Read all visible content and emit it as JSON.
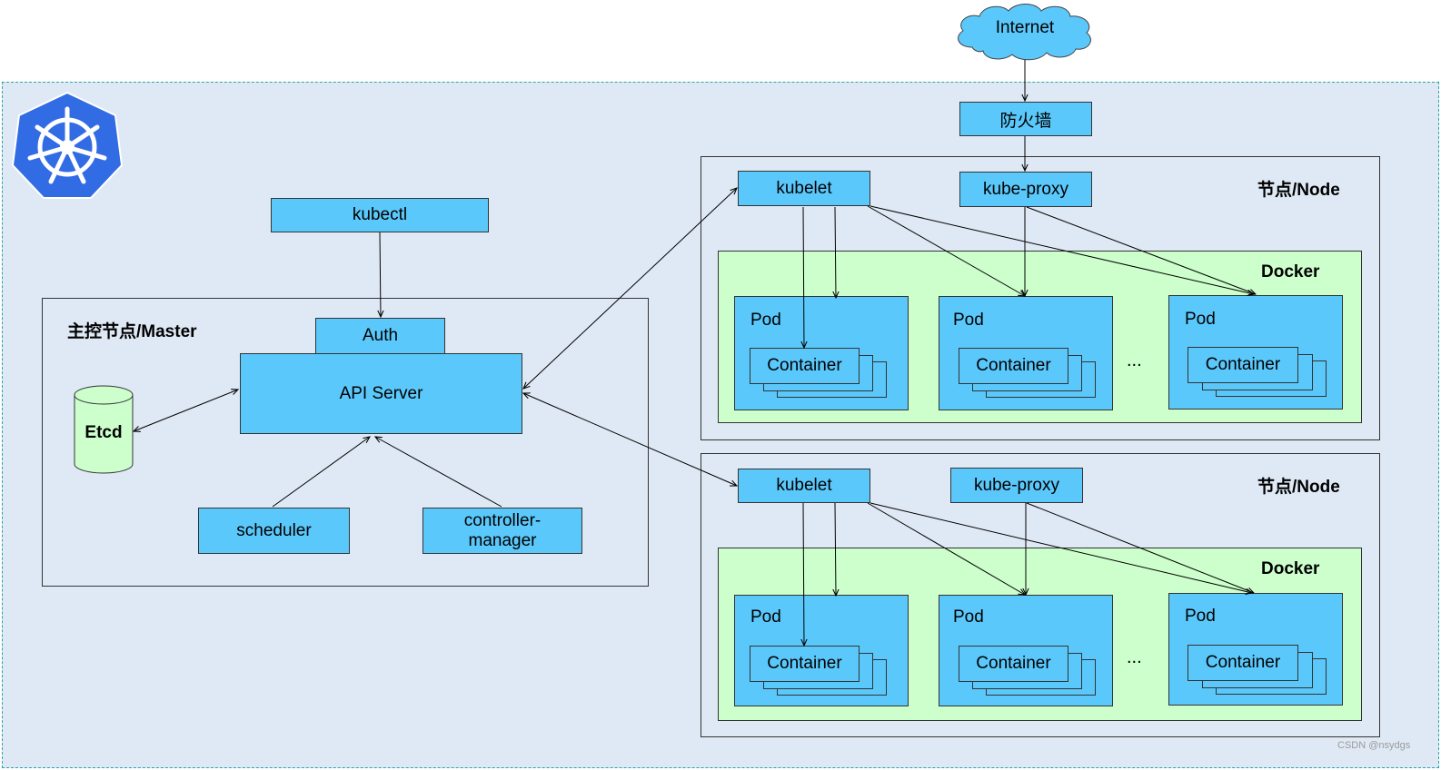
{
  "internet": "Internet",
  "firewall": "防火墙",
  "master": {
    "title": "主控节点/Master",
    "kubectl": "kubectl",
    "auth": "Auth",
    "api_server": "API Server",
    "etcd": "Etcd",
    "scheduler": "scheduler",
    "controller_manager_line1": "controller-",
    "controller_manager_line2": "manager"
  },
  "nodes": [
    {
      "title": "节点/Node",
      "kubelet": "kubelet",
      "kube_proxy": "kube-proxy",
      "docker": "Docker",
      "pods": [
        {
          "label": "Pod",
          "container": "Container"
        },
        {
          "label": "Pod",
          "container": "Container"
        },
        {
          "label": "Pod",
          "container": "Container"
        }
      ],
      "ellipsis": "..."
    },
    {
      "title": "节点/Node",
      "kubelet": "kubelet",
      "kube_proxy": "kube-proxy",
      "docker": "Docker",
      "pods": [
        {
          "label": "Pod",
          "container": "Container"
        },
        {
          "label": "Pod",
          "container": "Container"
        },
        {
          "label": "Pod",
          "container": "Container"
        }
      ],
      "ellipsis": "..."
    }
  ],
  "watermark": "CSDN @nsydgs",
  "colors": {
    "component": "#5bc8fb",
    "docker": "#ccffcc",
    "cluster_bg": "#dfe9f5",
    "logo": "#326ce5"
  },
  "icons": {
    "logo": "kubernetes-helm-icon",
    "internet": "cloud-icon",
    "etcd": "database-cylinder-icon"
  }
}
